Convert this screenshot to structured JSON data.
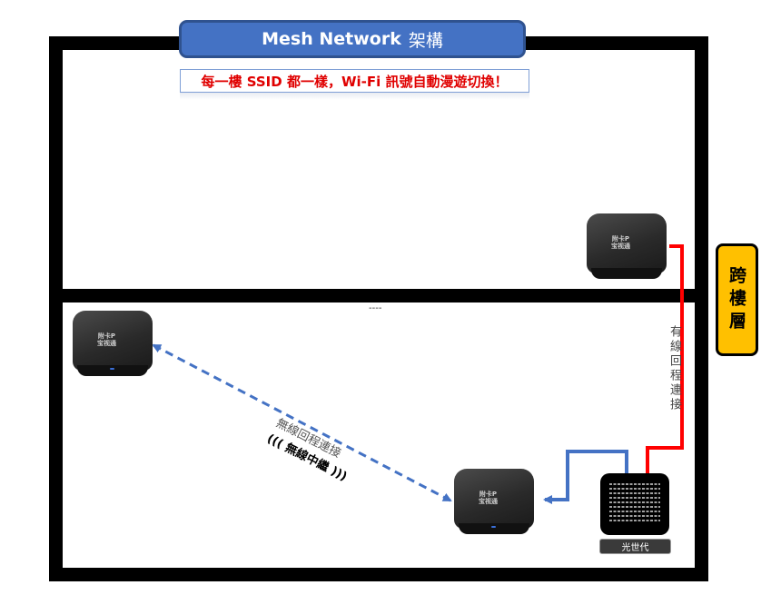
{
  "title": {
    "main": "Mesh Network",
    "cjk": "架構"
  },
  "subtitle": "每一樓 SSID 都一樣，Wi-Fi 訊號自動漫遊切換！",
  "floor_badge": "跨樓層",
  "wired_label": "有線回程連接",
  "wireless_label": "無線回程連接",
  "wireless_repeat": "((( 無線中繼 )))",
  "divider_mark": "----",
  "router_logo": {
    "line1": "附卡P",
    "line2": "宝视通"
  },
  "ont_label": "光世代",
  "colors": {
    "wired": "#ff0000",
    "lan": "#4472c4",
    "wireless": "#4472c4",
    "badge": "#ffc000",
    "banner": "#4472c4"
  }
}
